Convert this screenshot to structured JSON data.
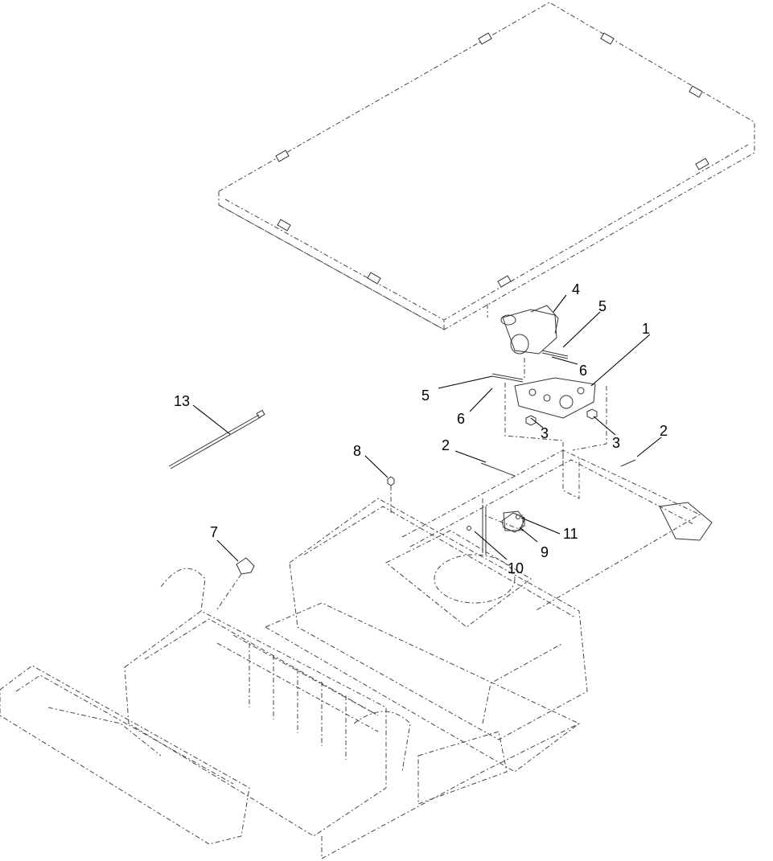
{
  "diagram": {
    "callouts": [
      {
        "id": "c1",
        "label": "1"
      },
      {
        "id": "c2a",
        "label": "2"
      },
      {
        "id": "c2b",
        "label": "2"
      },
      {
        "id": "c3a",
        "label": "3"
      },
      {
        "id": "c3b",
        "label": "3"
      },
      {
        "id": "c4",
        "label": "4"
      },
      {
        "id": "c5a",
        "label": "5"
      },
      {
        "id": "c5b",
        "label": "5"
      },
      {
        "id": "c6a",
        "label": "6"
      },
      {
        "id": "c6b",
        "label": "6"
      },
      {
        "id": "c7",
        "label": "7"
      },
      {
        "id": "c8",
        "label": "8"
      },
      {
        "id": "c9",
        "label": "9"
      },
      {
        "id": "c10",
        "label": "10"
      },
      {
        "id": "c11",
        "label": "11"
      },
      {
        "id": "c13",
        "label": "13"
      }
    ]
  }
}
